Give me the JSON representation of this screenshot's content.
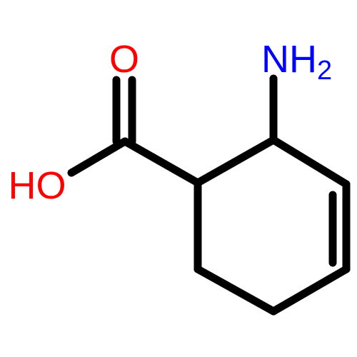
{
  "molecule": {
    "atoms": {
      "carbonyl_o": {
        "element": "O",
        "label": "O",
        "color": "#ff0000"
      },
      "hydroxyl": {
        "label": "HO",
        "color": "#ff0000"
      },
      "amine": {
        "element": "N",
        "label": "NH",
        "subscript": "2",
        "color": "#0000ff"
      }
    },
    "bond_color": "#000000",
    "bonds": [
      {
        "id": "c1-c2",
        "order": 1
      },
      {
        "id": "c2-c3",
        "order": 1
      },
      {
        "id": "c3-c4",
        "order": 2
      },
      {
        "id": "c4-c5",
        "order": 1
      },
      {
        "id": "c5-c6",
        "order": 1
      },
      {
        "id": "c6-c1",
        "order": 1
      },
      {
        "id": "c1-carboxyl",
        "order": 1
      },
      {
        "id": "carboxyl-o",
        "order": 2
      },
      {
        "id": "carboxyl-oh",
        "order": 1
      },
      {
        "id": "c2-n",
        "order": 1
      }
    ]
  }
}
